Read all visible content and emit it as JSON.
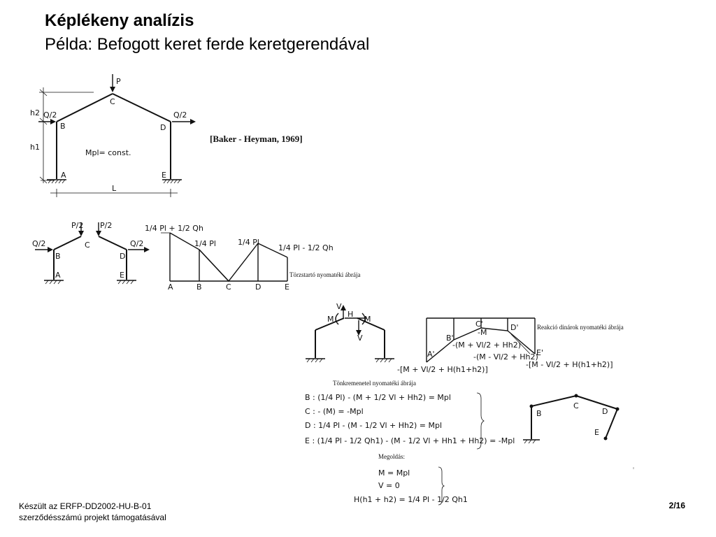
{
  "slide": {
    "title": "Képlékeny analízis",
    "subtitle": "Példa: Befogott keret ferde keretgerendával",
    "reference": "[Baker - Heyman, 1969]",
    "footer_line1": "Készült az ERFP-DD2002-HU-B-01",
    "footer_line2": "szerződésszámú projekt támogatásával",
    "page": "2/16"
  },
  "frame": {
    "load_P": "P",
    "load_Q2": "Q/2",
    "h1": "h1",
    "h2": "h2",
    "L": "L",
    "mpl": "Mpl= const.",
    "nodes": [
      "A",
      "B",
      "C",
      "D",
      "E"
    ]
  },
  "split": {
    "p2": "P/2",
    "q2": "Q/2",
    "nodes": [
      "A",
      "B",
      "C",
      "D",
      "E"
    ]
  },
  "diagram1": {
    "caption": "Törzstartó nyomatéki ábrája",
    "lbl_top": "1/4 Pl + 1/2 Qh",
    "lbl_B": "1/4 Pl",
    "lbl_C": "1/4 Pl",
    "lbl_D": "1/4 Pl - 1/2 Qh",
    "axis": [
      "A",
      "B",
      "C",
      "D",
      "E"
    ]
  },
  "diagram2": {
    "caption": "Reakció dinárok nyomatéki ábrája",
    "lbl_C": "-M",
    "lbl_B": "-(M + Vl/2 + Hh2)",
    "lbl_D": "-(M - Vl/2 + Hh2)",
    "lbl_A": "-[M + Vl/2 + H(h1+h2)]",
    "lbl_E": "-[M - Vl/2 + H(h1+h2)]",
    "nodes": [
      "A'",
      "B'",
      "C'",
      "D'",
      "E'"
    ],
    "forces": [
      "V",
      "H",
      "M",
      "M",
      "V"
    ]
  },
  "mechanism": {
    "caption": "Tönkremenetel nyomatéki ábrája",
    "eqs": [
      "B :  (1/4 Pl)        - (M + 1/2 Vl + Hh2)          =  Mpl",
      "C :                  - (M)                         = -Mpl",
      "D :  1/4 Pl          - (M - 1/2 Vl + Hh2)          =  Mpl",
      "E :  (1/4 Pl - 1/2 Qh1) - (M - 1/2 Vl + Hh1 + Hh2) = -Mpl"
    ],
    "nodes": [
      "B",
      "C",
      "D",
      "E"
    ]
  },
  "solution": {
    "caption": "Megoldás:",
    "eqs": [
      "M  =  Mpl",
      "V  =  0",
      "H(h1 + h2) = 1/4 Pl - 1/2 Qh1"
    ]
  }
}
